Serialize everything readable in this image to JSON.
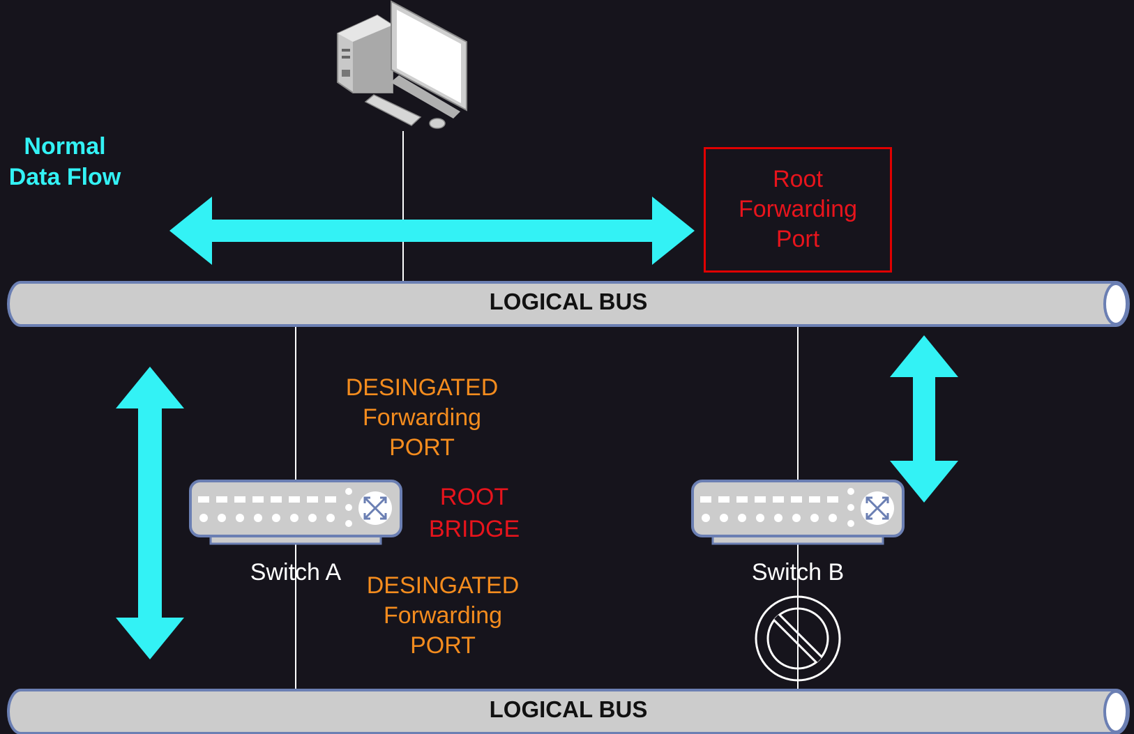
{
  "diagram": {
    "flow_label": {
      "line1": "Normal",
      "line2": "Data Flow"
    },
    "root_port_box": {
      "line1": "Root",
      "line2": "Forwarding",
      "line3": "Port"
    },
    "bus_top_label": "LOGICAL BUS",
    "bus_bottom_label": "LOGICAL BUS",
    "designated_port_upper": {
      "line1": "DESINGATED",
      "line2": "Forwarding",
      "line3": "PORT"
    },
    "designated_port_lower": {
      "line1": "DESINGATED",
      "line2": "Forwarding",
      "line3": "PORT"
    },
    "root_bridge": {
      "line1": "ROOT",
      "line2": "BRIDGE"
    },
    "switch_a_label": "Switch A",
    "switch_b_label": "Switch B",
    "icons": [
      "desktop-computer-icon",
      "switch-icon",
      "blocked-port-icon",
      "double-arrow-icon"
    ],
    "colors": {
      "background": "#16141c",
      "flow_arrow": "#33f2f5",
      "designated": "#f48c1e",
      "root": "#e8141c",
      "bus_fill": "#cccccc",
      "bus_stroke": "#6b7fb3"
    }
  }
}
